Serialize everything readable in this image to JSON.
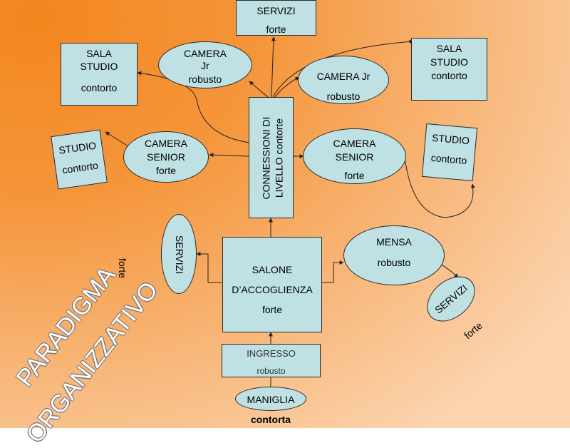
{
  "title": {
    "line1": "PARADIGMA",
    "line2": "ORGANIZZATIVO"
  },
  "nodes": {
    "servizi_top": {
      "name": "SERVIZI",
      "quality": "forte"
    },
    "sala_studio_left": {
      "line1": "SALA",
      "line2": "STUDIO",
      "quality": "contorto"
    },
    "camera_jr_left": {
      "line1": "CAMERA",
      "line2": "Jr",
      "quality": "robusto"
    },
    "camera_jr_right": {
      "name": "CAMERA Jr",
      "quality": "robusto"
    },
    "sala_studio_right": {
      "line1": "SALA",
      "line2": "STUDIO",
      "quality": "contorto"
    },
    "studio_left": {
      "name": "STUDIO",
      "quality": "contorto"
    },
    "camera_senior_left": {
      "line1": "CAMERA",
      "line2": "SENIOR",
      "quality": "forte"
    },
    "connessioni": {
      "line1": "CONNESSIONI DI",
      "line2": "LIVELLO contorte"
    },
    "camera_senior_right": {
      "line1": "CAMERA",
      "line2": "SENIOR",
      "quality": "forte"
    },
    "studio_right": {
      "name": "STUDIO",
      "quality": "contorto"
    },
    "servizi_left": {
      "name": "SERVIZI",
      "quality": "forte"
    },
    "salone": {
      "line1": "SALONE",
      "line2": "D’ACCOGLIENZA",
      "quality": "forte"
    },
    "mensa": {
      "name": "MENSA",
      "quality": "robusto"
    },
    "servizi_right": {
      "name": "SERVIZI",
      "quality": "forte"
    },
    "ingresso": {
      "name": "INGRESSO",
      "quality": "robusto"
    },
    "maniglia": {
      "name": "MANIGLIA",
      "quality": "contorta"
    }
  },
  "colors": {
    "node_fill": "#bfe1e3",
    "border": "#2a2a2a",
    "bg_start": "#f3871f",
    "bg_end": "#fbd3ad"
  }
}
